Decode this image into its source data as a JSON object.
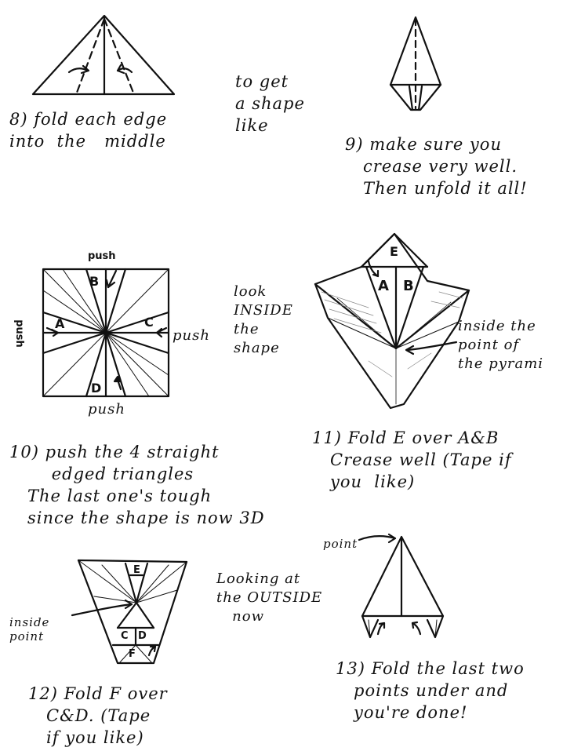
{
  "steps": {
    "s8": "8) fold each edge\ninto  the   middle",
    "s8_note": "to get\na shape\nlike",
    "s9": "9) make sure you\n   crease very well.\n   Then unfold it all!",
    "s10_note": "look\nINSIDE\nthe\nshape",
    "s10": "10) push the 4 straight\n       edged triangles\n   The last one's tough\n   since the shape is now 3D",
    "s11_note": "inside the\npoint of\nthe pyrami",
    "s11": "11) Fold E over A&B\n   Crease well (Tape if\n   you  like)",
    "s12_note": "Looking at\nthe OUTSIDE\n   now",
    "s12_inside": "inside\npoint",
    "s12": "12) Fold F over\n   C&D. (Tape\n   if you like)",
    "s13_point": "point",
    "s13": "13) Fold the last two\n   points under and\n   you're done!"
  },
  "labels": {
    "push_top": "push",
    "push_left": "push",
    "push_right": "push",
    "push_bottom": "push",
    "square_a": "A",
    "square_b": "B",
    "square_c": "C",
    "square_d": "D",
    "pyr_e": "E",
    "pyr_a": "A",
    "pyr_b": "B",
    "tri_e": "E",
    "tri_c": "C",
    "tri_d": "D",
    "tri_f": "F"
  }
}
